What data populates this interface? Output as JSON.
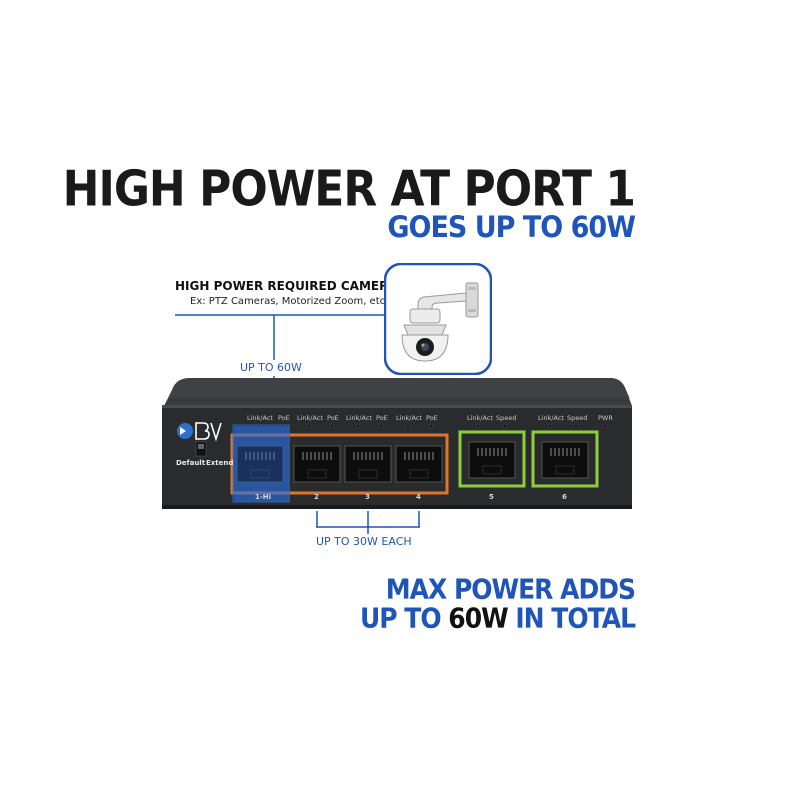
{
  "headline": {
    "line1": "HIGH POWER AT PORT 1",
    "line2": "GOES UP TO 60W"
  },
  "camera": {
    "title": "HIGH POWER REQUIRED CAMERA",
    "subtitle": "Ex: PTZ Cameras, Motorized Zoom, etc."
  },
  "callouts": {
    "port1": "UP TO 60W",
    "ports_2_4": "UP TO 30W EACH"
  },
  "switch": {
    "logo_text": "BV",
    "switch_labels": [
      "Default",
      "Extend"
    ],
    "led_labels": [
      "Link/Act",
      "PoE",
      "Link/Act",
      "PoE",
      "Link/Act",
      "PoE",
      "Link/Act",
      "PoE",
      "Link/Act",
      "Speed",
      "Link/Act",
      "Speed",
      "PWR"
    ],
    "ports": [
      "1-Hi",
      "2",
      "3",
      "4",
      "5",
      "6"
    ]
  },
  "total": {
    "line1": "MAX POWER ADDS",
    "line2_prefix": "UP TO ",
    "line2_em": "60W",
    "line2_suffix": " IN TOTAL"
  },
  "colors": {
    "accent_blue": "#1f55b8",
    "poe_orange": "#e0762a",
    "uplink_green": "#8ccf3e",
    "switch_body": "#2a2b2d"
  }
}
